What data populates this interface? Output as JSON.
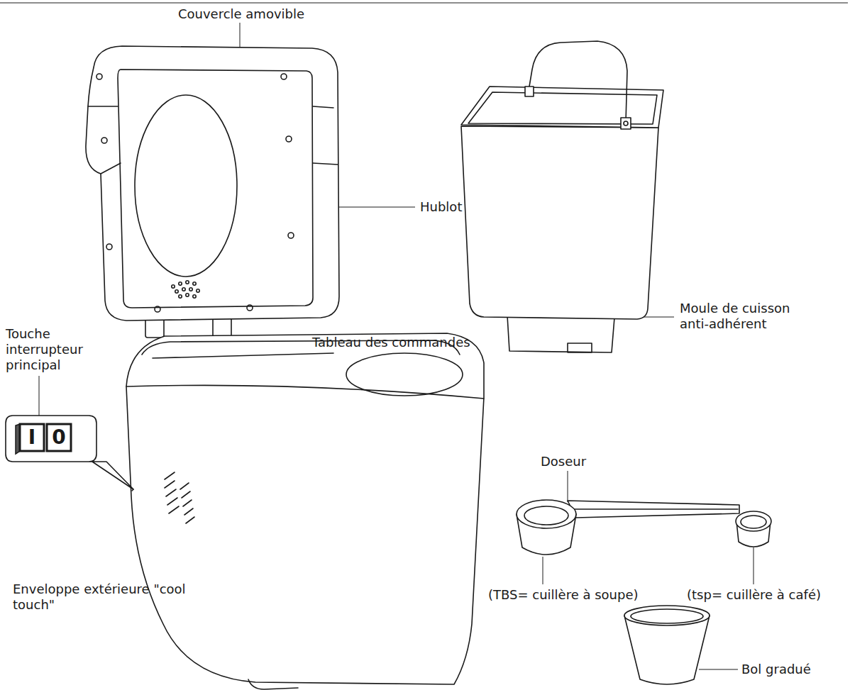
{
  "diagram": {
    "labels": [
      "Couvercle amovible",
      "Hublot",
      "Moule de cuisson anti-adhérent",
      "Touche interrupteur principal",
      "Tableau des commandes",
      "Doseur",
      "(TBS= cuillère à soupe)",
      "(tsp= cuillère à café)",
      "Enveloppe extérieure \"cool touch\"",
      "Bol gradué",
      "I",
      "0"
    ]
  }
}
